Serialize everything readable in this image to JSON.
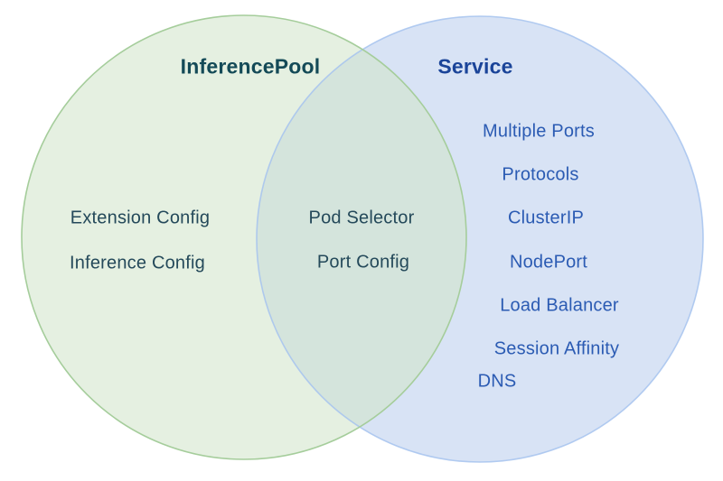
{
  "diagram": {
    "type": "venn-2-sets",
    "left_set": {
      "title": "InferencePool",
      "items": [
        "Extension Config",
        "Inference Config"
      ]
    },
    "intersection": {
      "items": [
        "Pod Selector",
        "Port Config"
      ]
    },
    "right_set": {
      "title": "Service",
      "items": [
        "Multiple Ports",
        "Protocols",
        "ClusterIP",
        "NodePort",
        "Load Balancer",
        "Session Affinity",
        "DNS"
      ]
    }
  },
  "colors": {
    "green-fill": "#e5f0e1",
    "green-stroke": "#a5cd9b",
    "blue-fill": "#d8e3f5",
    "blue-stroke": "#a6c3ee",
    "overlap-fill": "#d4e4dc",
    "teal-title": "#144a57",
    "teal-text": "#24495a",
    "blue-title": "#1a4499",
    "blue-text": "#2b5bb3"
  }
}
